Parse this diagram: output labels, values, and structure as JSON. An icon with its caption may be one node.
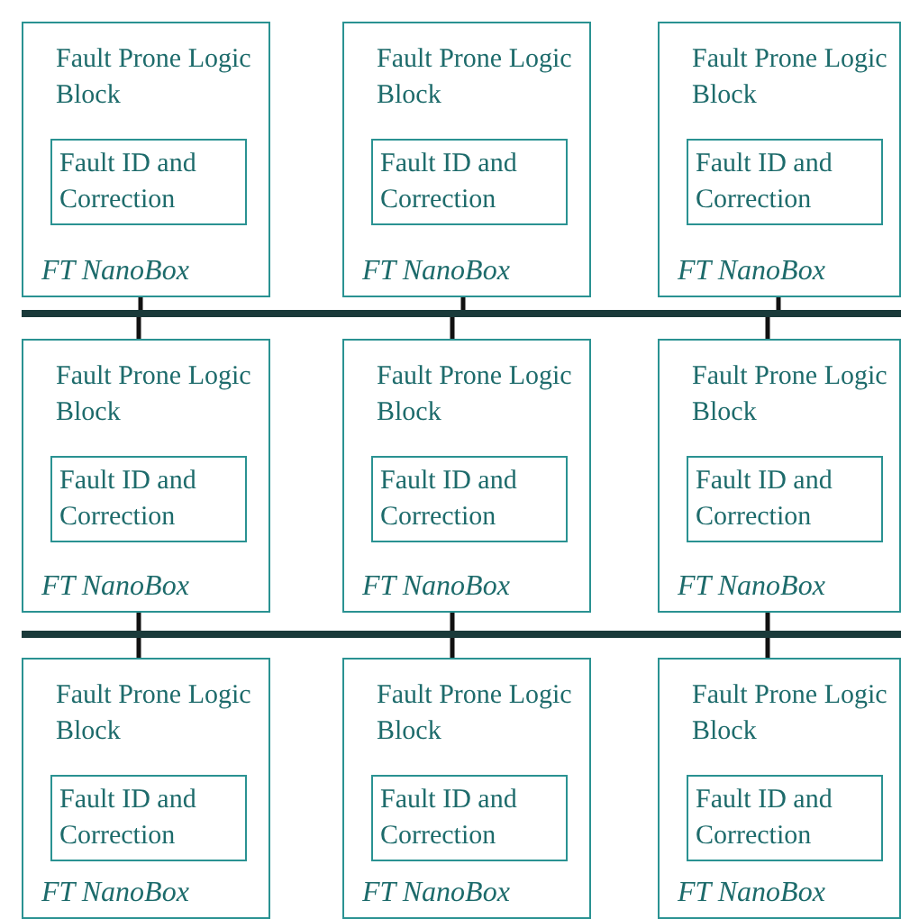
{
  "diagram": {
    "nodes": [
      {
        "text": [
          "Fault Prone Logic Block",
          "FT NanoBox"
        ]
      },
      {
        "text": [
          "Fault ID and Correction"
        ],
        "in": 0
      },
      {
        "text": [
          "Fault Prone Logic Block",
          "FT NanoBox"
        ]
      },
      {
        "text": [
          "Fault ID and Correction"
        ],
        "in": 2
      },
      {
        "text": [
          "Fault Prone Logic Block",
          "FT NanoBox"
        ]
      },
      {
        "text": [
          "Fault ID and Correction"
        ],
        "in": 4
      },
      {
        "text": [],
        "shape": "bar"
      },
      {
        "text": [
          "Fault Prone Logic Block",
          "FT NanoBox"
        ]
      },
      {
        "text": [
          "Fault ID and Correction"
        ],
        "in": 7
      },
      {
        "text": [
          "Fault Prone Logic Block",
          "FT NanoBox"
        ]
      },
      {
        "text": [
          "Fault ID and Correction"
        ],
        "in": 9
      },
      {
        "text": [
          "Fault Prone Logic Block",
          "FT NanoBox"
        ]
      },
      {
        "text": [
          "Fault ID and Correction"
        ],
        "in": 11
      },
      {
        "text": [],
        "shape": "bar"
      },
      {
        "text": [
          "Fault Prone Logic Block",
          "FT NanoBox"
        ]
      },
      {
        "text": [
          "Fault ID and Correction"
        ],
        "in": 14
      },
      {
        "text": [
          "Fault Prone Logic Block",
          "FT NanoBox"
        ]
      },
      {
        "text": [
          "Fault ID and Correction"
        ],
        "in": 16
      },
      {
        "text": [
          "Fault Prone Logic Block",
          "FT NanoBox"
        ]
      },
      {
        "text": [
          "Fault ID and Correction"
        ],
        "in": 18
      }
    ],
    "edges": [
      {
        "from": 0,
        "to": 6,
        "arrow": "none"
      },
      {
        "from": 2,
        "to": 6,
        "arrow": "none"
      },
      {
        "from": 4,
        "to": 6,
        "arrow": "none"
      },
      {
        "from": 6,
        "to": 7,
        "arrow": "none"
      },
      {
        "from": 6,
        "to": 9,
        "arrow": "none"
      },
      {
        "from": 6,
        "to": 11,
        "arrow": "none"
      },
      {
        "from": 7,
        "to": 13,
        "arrow": "none"
      },
      {
        "from": 9,
        "to": 13,
        "arrow": "none"
      },
      {
        "from": 11,
        "to": 13,
        "arrow": "none"
      },
      {
        "from": 13,
        "to": 14,
        "arrow": "none"
      },
      {
        "from": 13,
        "to": 16,
        "arrow": "none"
      },
      {
        "from": 13,
        "to": 18,
        "arrow": "none"
      }
    ]
  }
}
